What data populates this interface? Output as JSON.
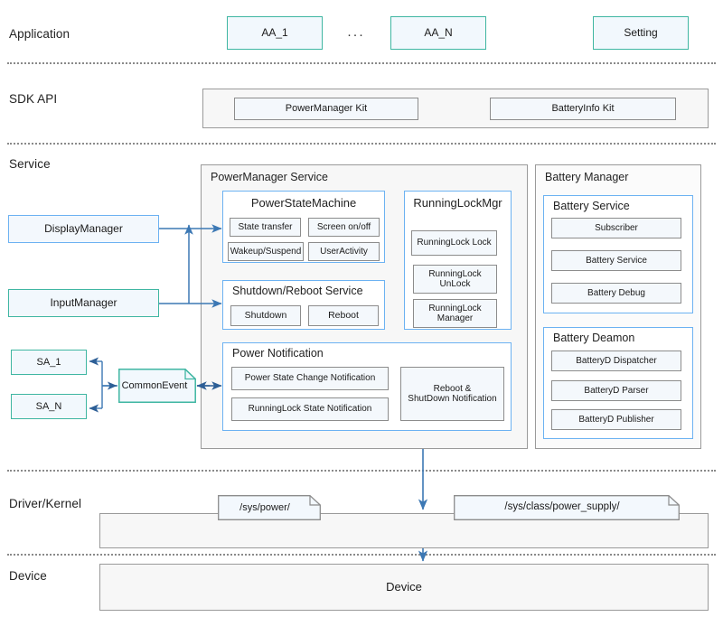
{
  "layers": [
    {
      "id": "application",
      "label": "Application"
    },
    {
      "id": "sdk_api",
      "label": "SDK API"
    },
    {
      "id": "service",
      "label": "Service"
    },
    {
      "id": "driver_kernel",
      "label": "Driver/Kernel"
    },
    {
      "id": "device",
      "label": "Device"
    }
  ],
  "application": {
    "apps": [
      {
        "label": "AA_1"
      },
      {
        "label": "AA_N"
      },
      {
        "label": "Setting"
      }
    ],
    "ellipsis": "···"
  },
  "sdk_api": {
    "kits": [
      {
        "label": "PowerManager Kit"
      },
      {
        "label": "BatteryInfo Kit"
      }
    ]
  },
  "service": {
    "external": [
      {
        "label": "DisplayManager"
      },
      {
        "label": "InputManager"
      },
      {
        "label": "SA_1"
      },
      {
        "label": "SA_N"
      },
      {
        "label": "CommonEvent"
      }
    ],
    "power_manager_service": {
      "title": "PowerManager Service",
      "power_state_machine": {
        "title": "PowerStateMachine",
        "items": [
          {
            "label": "State transfer"
          },
          {
            "label": "Screen on/off"
          },
          {
            "label": "Wakeup/Suspend"
          },
          {
            "label": "UserActivity"
          }
        ]
      },
      "shutdown_reboot_service": {
        "title": "Shutdown/Reboot Service",
        "items": [
          {
            "label": "Shutdown"
          },
          {
            "label": "Reboot"
          }
        ]
      },
      "running_lock_mgr": {
        "title": "RunningLockMgr",
        "items": [
          {
            "label": "RunningLock Lock"
          },
          {
            "label": "RunningLock\nUnLock"
          },
          {
            "label": "RunningLock\nManager"
          }
        ]
      },
      "power_notification": {
        "title": "Power Notification",
        "items": [
          {
            "label": "Power State Change Notification"
          },
          {
            "label": "RunningLock State Notification"
          },
          {
            "label": "Reboot &\nShutDown Notification"
          }
        ]
      }
    },
    "battery_manager": {
      "title": "Battery Manager",
      "battery_service": {
        "title": "Battery Service",
        "items": [
          {
            "label": "Subscriber"
          },
          {
            "label": "Battery Service"
          },
          {
            "label": "Battery Debug"
          }
        ]
      },
      "battery_deamon": {
        "title": "Battery Deamon",
        "items": [
          {
            "label": "BatteryD Dispatcher"
          },
          {
            "label": "BatteryD Parser"
          },
          {
            "label": "BatteryD Publisher"
          }
        ]
      }
    }
  },
  "driver_kernel": {
    "nodes": [
      {
        "label": "/sys/power/"
      },
      {
        "label": "/sys/class/power_supply/"
      }
    ]
  },
  "device": {
    "label": "Device"
  },
  "colors": {
    "teal_border": "#3fb6a2",
    "blue_border": "#6cb2f2",
    "gray_border": "#8c8c8c",
    "box_fill": "#f3f8fd",
    "container_fill": "#f7f7f7",
    "arrow": "#3c78b4",
    "separator": "#8a8a8a"
  }
}
